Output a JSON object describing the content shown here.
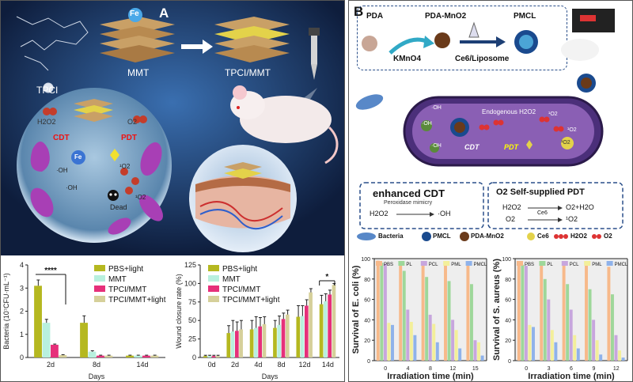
{
  "panel_a": {
    "label": "A",
    "scheme": {
      "tpci": "TPCI",
      "mmt": "MMT",
      "fe": "Fe",
      "product": "TPCI/MMT",
      "h2o2": "H2O2",
      "o2": "O2",
      "cdt": "CDT",
      "pdt": "PDT",
      "fe_inner": "Fe",
      "oh1": "·OH",
      "oh2": "·OH",
      "o1a": "¹O2",
      "o1b": "¹O2",
      "dead": "Dead"
    },
    "bacteria_chart": {
      "ylabel": "Bacteria (10⁷CFU·mL⁻¹)",
      "xlabel": "Days",
      "sig": "****",
      "legend": [
        "PBS+light",
        "MMT",
        "TPCI/MMT",
        "TPCI/MMT+light"
      ]
    },
    "wound_chart": {
      "ylabel": "Wound closure rate (%)",
      "xlabel": "Days",
      "sig": "*",
      "legend": [
        "PBS+light",
        "MMT",
        "TPCI/MMT",
        "TPCI/MMT+light"
      ]
    }
  },
  "panel_b": {
    "label": "B",
    "scheme": {
      "pda": "PDA",
      "pda_mno2": "PDA-MnO2",
      "pmcl": "PMCL",
      "kmno4": "KMnO4",
      "ce6lipo": "Ce6/Liposome",
      "endogenous": "Endogenous H2O2",
      "cdt": "CDT",
      "pdt": "PDT",
      "oh_a": "·OH",
      "oh_b": "·OH",
      "oh_c": "·OH",
      "o2_a": "¹O2",
      "o2_b": "¹O2",
      "o2_c": "¹O2",
      "box1_title": "enhanced CDT",
      "box1_sub": "Peroxidase mimicry",
      "box1_eq_l": "H2O2",
      "box1_eq_r": "·OH",
      "box2_title": "O2 Self-supplied PDT",
      "box2_eq1_l": "H2O2",
      "box2_eq1_r": "O2+H2O",
      "box2_eq2_l": "O2",
      "box2_eq2_mid": "Ce6",
      "box2_eq2_r": "¹O2",
      "legend": [
        "Bacteria",
        "PMCL",
        "PDA-MnO2",
        "Ce6",
        "H2O2",
        "O2"
      ]
    },
    "ecoli_chart": {
      "ylabel": "Survival of E. coli (%)",
      "xlabel": "Irradiation time (min)",
      "legend": [
        "PBS",
        "PL",
        "PCL",
        "PML",
        "PMCL"
      ]
    },
    "saureus_chart": {
      "ylabel": "Survival of S. aureus (%)",
      "xlabel": "Irradiation time (min)",
      "legend": [
        "PBS",
        "PL",
        "PCL",
        "PML",
        "PMCL"
      ]
    }
  },
  "colors": {
    "olive": "#b5b820",
    "mint": "#b8f0de",
    "pink": "#e6307a",
    "khaki": "#d6d09a",
    "pbs": "#f7b98a",
    "pl": "#9ed79a",
    "pcl": "#c7a6dd",
    "pml": "#f3ef9a",
    "pmcl": "#8fb2ea"
  },
  "chart_data": [
    {
      "type": "bar",
      "categories": [
        "2d",
        "8d",
        "14d"
      ],
      "series": [
        {
          "name": "PBS+light",
          "values": [
            3.1,
            1.5,
            0.08
          ],
          "errors": [
            0.25,
            0.3,
            0.02
          ]
        },
        {
          "name": "MMT",
          "values": [
            1.5,
            0.25,
            0.08
          ],
          "errors": [
            0.15,
            0.04,
            0.02
          ]
        },
        {
          "name": "TPCI/MMT",
          "values": [
            0.55,
            0.08,
            0.08
          ],
          "errors": [
            0.03,
            0.02,
            0.02
          ]
        },
        {
          "name": "TPCI/MMT+light",
          "values": [
            0.1,
            0.08,
            0.08
          ],
          "errors": [
            0.02,
            0.02,
            0.02
          ]
        }
      ],
      "xlabel": "Days",
      "ylabel": "Bacteria (10⁷CFU·mL⁻¹)",
      "ylim": [
        0,
        4
      ],
      "yticks": [
        0,
        1,
        2,
        3,
        4
      ]
    },
    {
      "type": "bar",
      "categories": [
        "0d",
        "2d",
        "4d",
        "8d",
        "12d",
        "14d"
      ],
      "series": [
        {
          "name": "PBS+light",
          "values": [
            2,
            33,
            38,
            40,
            55,
            72
          ],
          "errors": [
            1,
            10,
            12,
            10,
            15,
            12
          ]
        },
        {
          "name": "MMT",
          "values": [
            2,
            35,
            40,
            44,
            56,
            76
          ],
          "errors": [
            1,
            15,
            15,
            12,
            14,
            10
          ]
        },
        {
          "name": "TPCI/MMT",
          "values": [
            2,
            36,
            42,
            52,
            70,
            85
          ],
          "errors": [
            1,
            12,
            12,
            8,
            8,
            6
          ]
        },
        {
          "name": "TPCI/MMT+light",
          "values": [
            2,
            38,
            45,
            58,
            88,
            98
          ],
          "errors": [
            1,
            12,
            10,
            6,
            5,
            2
          ]
        }
      ],
      "xlabel": "Days",
      "ylabel": "Wound closure rate (%)",
      "ylim": [
        0,
        125
      ],
      "yticks": [
        0,
        25,
        50,
        75,
        100,
        125
      ]
    },
    {
      "type": "bar",
      "categories": [
        "0",
        "4",
        "8",
        "12",
        "15"
      ],
      "series": [
        {
          "name": "PBS",
          "values": [
            98,
            97,
            96,
            95,
            94
          ]
        },
        {
          "name": "PL",
          "values": [
            96,
            88,
            82,
            78,
            75
          ]
        },
        {
          "name": "PCL",
          "values": [
            95,
            50,
            45,
            40,
            20
          ]
        },
        {
          "name": "PML",
          "values": [
            37,
            38,
            36,
            30,
            18
          ]
        },
        {
          "name": "PMCL",
          "values": [
            35,
            25,
            18,
            12,
            5
          ]
        }
      ],
      "xlabel": "Irradiation time (min)",
      "ylabel": "Survival of E. coli (%)",
      "ylim": [
        0,
        100
      ],
      "yticks": [
        0,
        20,
        40,
        60,
        80,
        100
      ]
    },
    {
      "type": "bar",
      "categories": [
        "0",
        "3",
        "6",
        "9",
        "12"
      ],
      "series": [
        {
          "name": "PBS",
          "values": [
            95,
            94,
            93,
            93,
            92
          ]
        },
        {
          "name": "PL",
          "values": [
            94,
            80,
            75,
            70,
            65
          ]
        },
        {
          "name": "PCL",
          "values": [
            93,
            60,
            50,
            40,
            25
          ]
        },
        {
          "name": "PML",
          "values": [
            35,
            30,
            25,
            20,
            10
          ]
        },
        {
          "name": "PMCL",
          "values": [
            33,
            18,
            12,
            6,
            3
          ]
        }
      ],
      "xlabel": "Irradiation time (min)",
      "ylabel": "Survival of S. aureus (%)",
      "ylim": [
        0,
        100
      ],
      "yticks": [
        0,
        20,
        40,
        60,
        80,
        100
      ]
    }
  ]
}
